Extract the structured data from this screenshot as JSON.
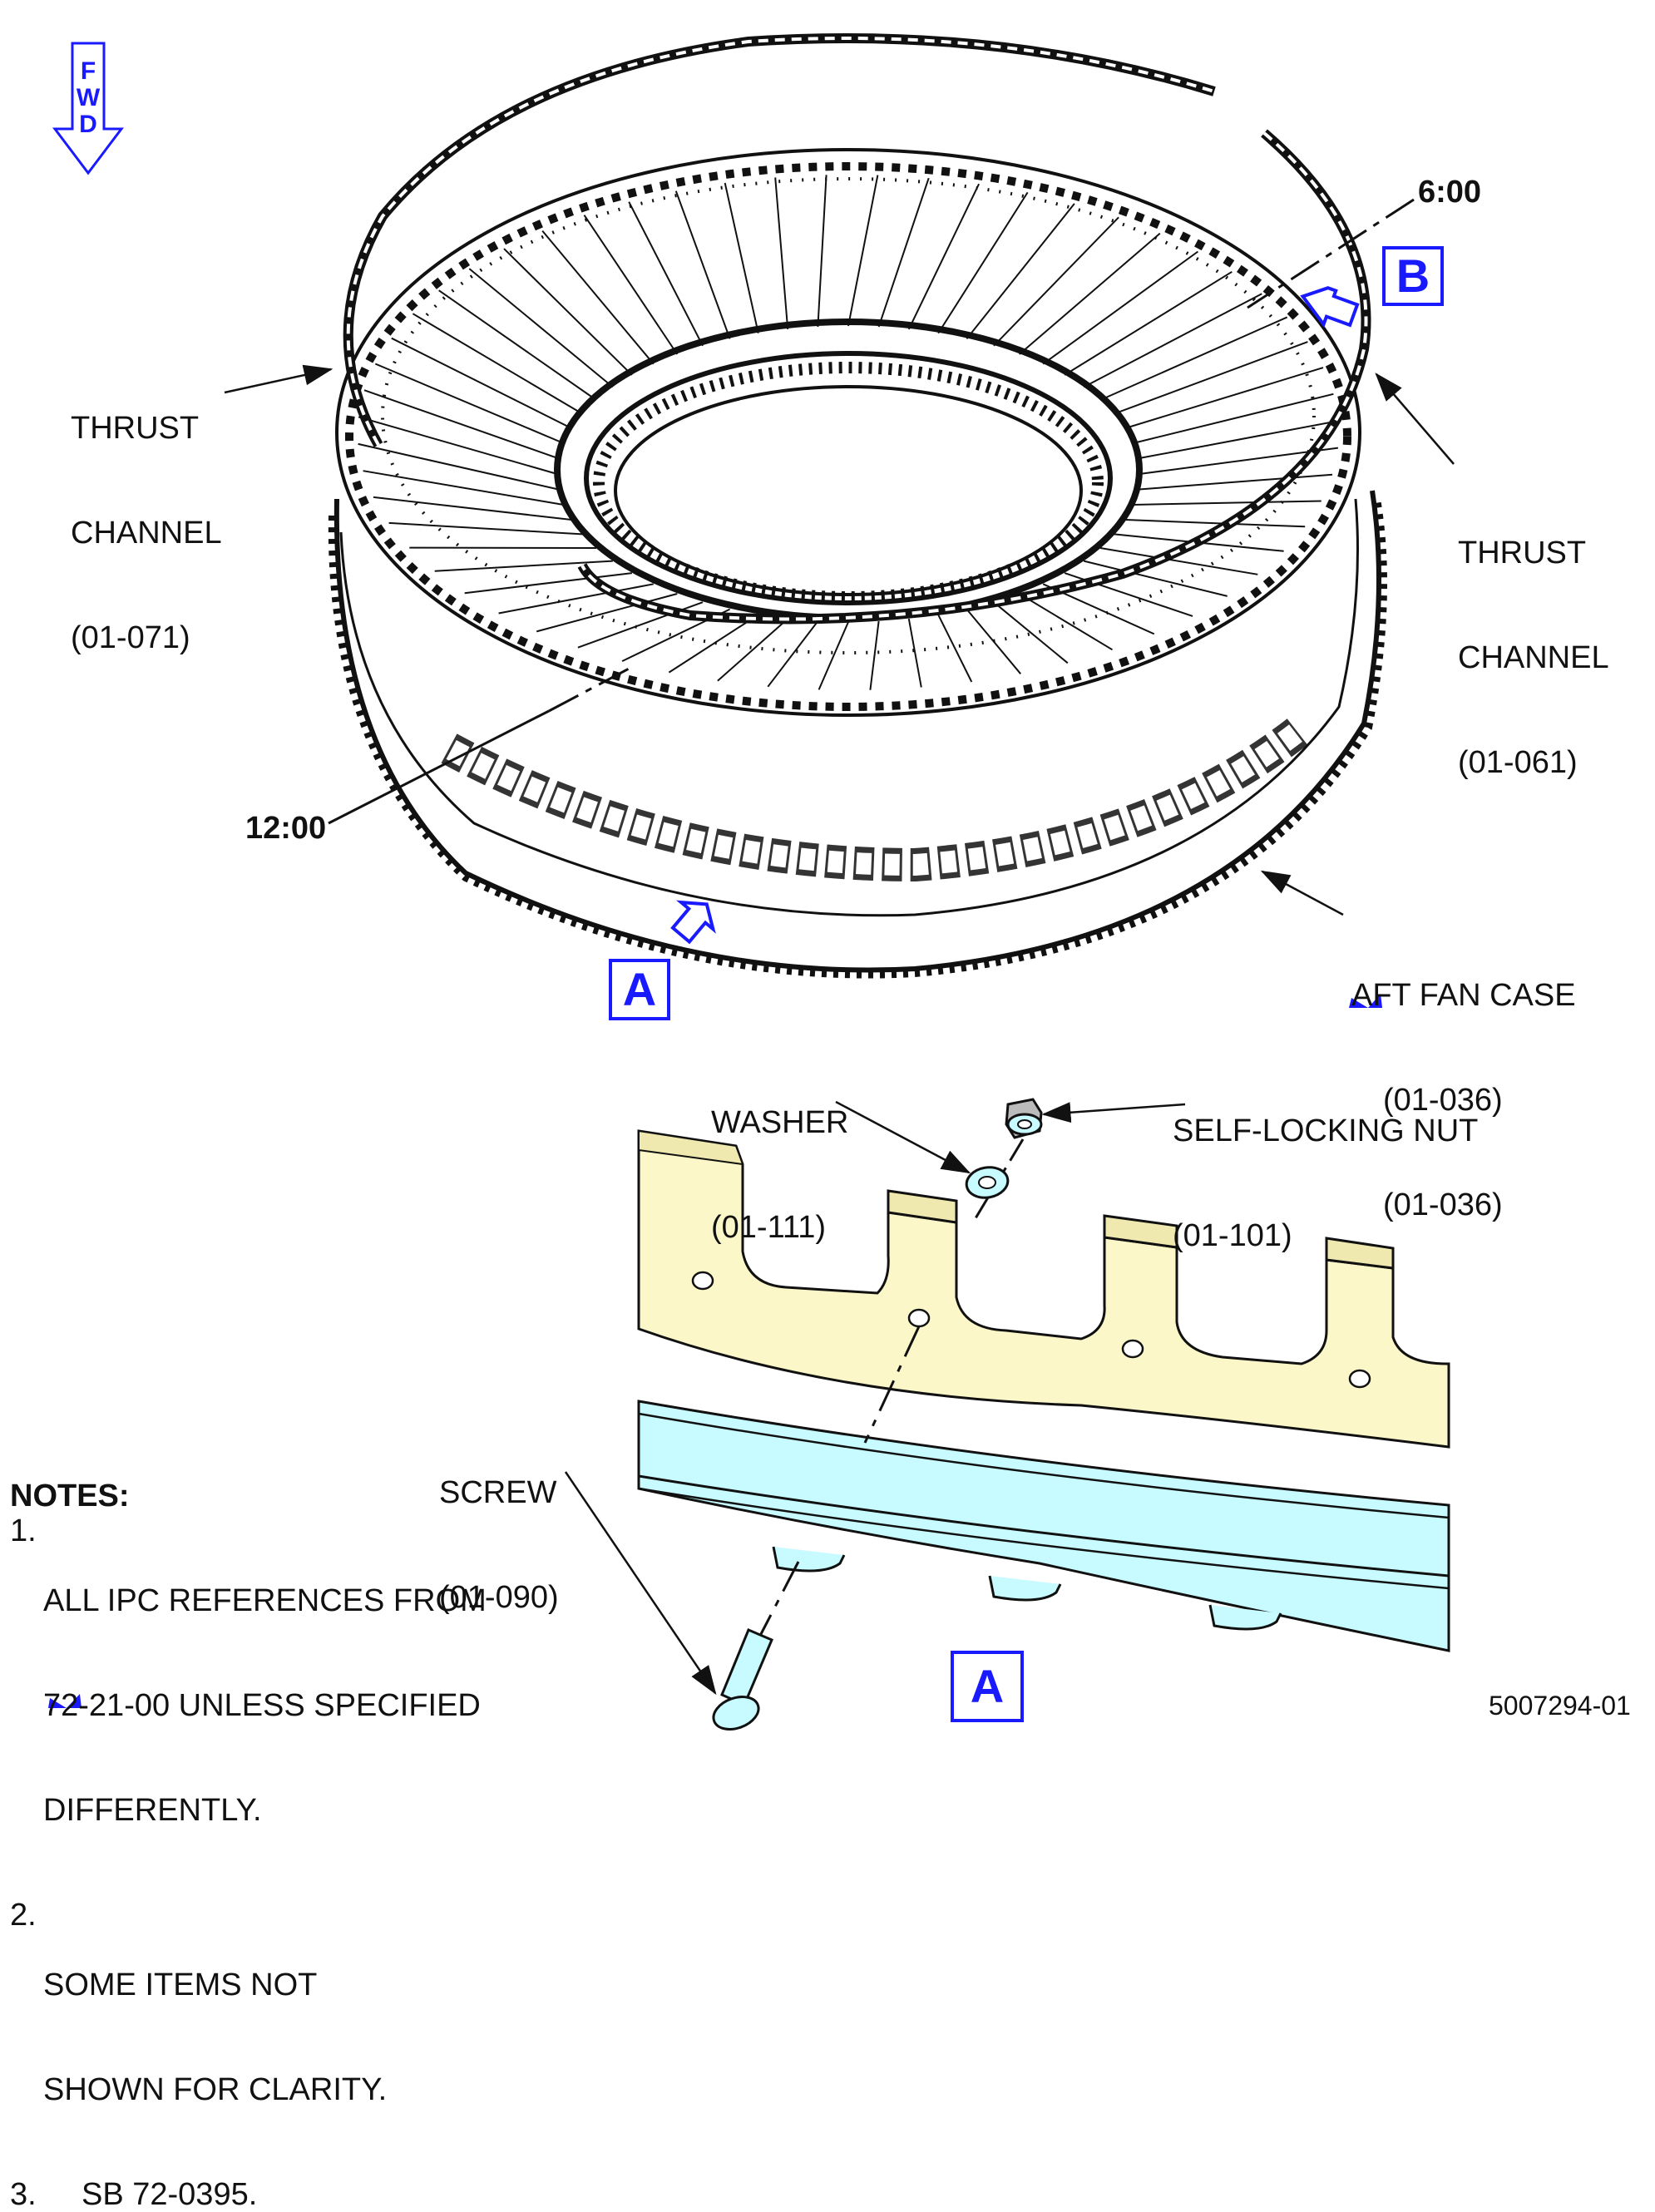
{
  "diagram": {
    "fwd_letters": [
      "F",
      "W",
      "D"
    ],
    "clock_positions": {
      "top": "6:00",
      "bottom": "12:00"
    },
    "view_labels": {
      "a_main": "A",
      "b_main": "B",
      "a_detail": "A"
    },
    "callouts": {
      "thrust_channel_left": [
        "THRUST",
        "CHANNEL",
        "(01-071)"
      ],
      "thrust_channel_right": [
        "THRUST",
        "CHANNEL",
        "(01-061)"
      ],
      "aft_fan_case": [
        "AFT FAN CASE",
        "(01-036)",
        "(01-036)"
      ],
      "washer": [
        "WASHER",
        "(01-111)"
      ],
      "self_locking_nut": [
        "SELF-LOCKING NUT",
        "(01-101)"
      ],
      "screw": [
        "SCREW",
        "(01-090)"
      ]
    },
    "notes": {
      "heading": "NOTES:",
      "items": [
        {
          "num": "1.",
          "lines": [
            "ALL IPC REFERENCES FROM",
            "72-21-00 UNLESS SPECIFIED",
            "DIFFERENTLY."
          ]
        },
        {
          "num": "2.",
          "lines": [
            "SOME ITEMS NOT",
            "SHOWN FOR CLARITY."
          ]
        },
        {
          "num": "3.",
          "lines": [
            "SB 72-0395."
          ]
        }
      ]
    },
    "figure_number": "5007294-01",
    "colors": {
      "accent_blue": "#1a1aff",
      "flange_yellow": "#fbf7c8",
      "channel_cyan": "#c8fbff",
      "ink": "#111111"
    }
  }
}
